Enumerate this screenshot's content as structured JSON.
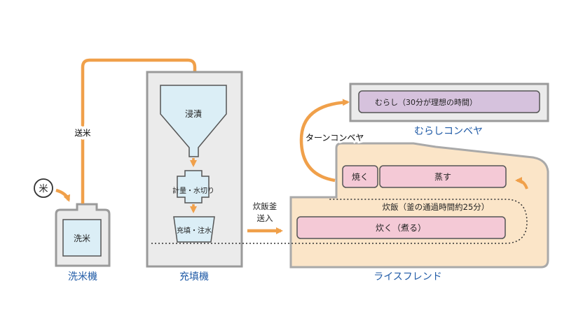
{
  "colors": {
    "arrow": "#f0a04a",
    "machine_fill": "#ebebeb",
    "machine_stroke": "#9a9a9a",
    "inner_fill": "#dbeef6",
    "inner_stroke": "#555555",
    "rice_friend_fill": "#fbe5c8",
    "rice_friend_stroke": "#a9a9a9",
    "pink_fill": "#f4c9d6",
    "pink_stroke": "#555555",
    "purple_fill": "#d6c2dd",
    "label_blue": "#1f5aa6"
  },
  "rice_symbol": "米",
  "washer": {
    "inner_label": "洗米",
    "caption": "洗米機"
  },
  "transfer_label": "送米",
  "filler": {
    "caption": "充填機",
    "hopper_label": "浸漬",
    "metering_label": "計量・水切り",
    "fill_label": "充填・注水"
  },
  "feed_label_line1": "炊飯釜",
  "feed_label_line2": "送入",
  "rice_friend": {
    "caption": "ライスフレンド",
    "bake_label": "焼く",
    "steam_label": "蒸す",
    "cook_label": "炊く（煮る）",
    "pass_time_label": "炊飯（釜の通過時間約25分）"
  },
  "turn_conveyor_label": "ターンコンベヤ",
  "steaming_conveyor": {
    "inner_label": "むらし（30分が理想の時間）",
    "caption": "むらしコンベヤ"
  }
}
